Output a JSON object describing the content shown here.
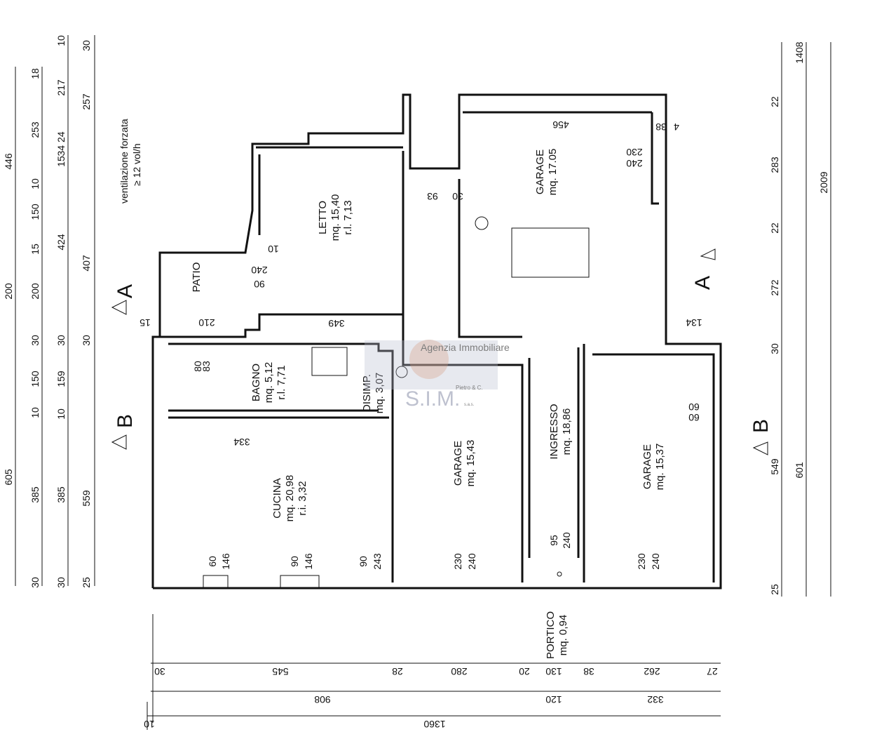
{
  "note": {
    "line1": "ventilazione forzata",
    "line2": "≥ 12 vol/h"
  },
  "rooms": {
    "letto": {
      "name": "LETTO",
      "area": "mq. 15,40",
      "ri": "r.l. 7,13"
    },
    "patio": {
      "name": "PATIO"
    },
    "bagno": {
      "name": "BAGNO",
      "area": "mq. 5,12",
      "ri": "r.l. 7,71"
    },
    "disimp": {
      "name": "DISIMP.",
      "area": "mq. 3,07"
    },
    "cucina": {
      "name": "CUCINA",
      "area": "mq. 20,98",
      "ri": "r.i. 3,32"
    },
    "garage1": {
      "name": "GARAGE",
      "area": "mq. 15,43"
    },
    "ingresso": {
      "name": "INGRESSO",
      "area": "mq. 18,86"
    },
    "garage2": {
      "name": "GARAGE",
      "area": "mq. 15,37"
    },
    "garage3": {
      "name": "GARAGE",
      "area": "mq. 17.05"
    },
    "portico": {
      "name": "PORTICO",
      "area": "mq. 0,94"
    }
  },
  "sections": {
    "a": "A",
    "b": "B"
  },
  "dims_left": {
    "c1": [
      "446",
      "200",
      "605"
    ],
    "c2": [
      "18",
      "253",
      "10",
      "150",
      "15",
      "200",
      "30",
      "150",
      "10",
      "385",
      "30"
    ],
    "c3": [
      "10",
      "217",
      "34 24",
      "15",
      "424",
      "30",
      "159",
      "10",
      "385",
      "30"
    ],
    "c4": [
      "30",
      "257",
      "407",
      "30",
      "559",
      "25"
    ]
  },
  "dims_right": {
    "c1": [
      "22",
      "283",
      "22",
      "272",
      "30",
      "549",
      "25"
    ],
    "c2": [
      "1408",
      "601"
    ],
    "c3": [
      "2009"
    ]
  },
  "dims_bottom": {
    "r1": [
      "30",
      "545",
      "28",
      "280",
      "20",
      "130",
      "38",
      "262",
      "27"
    ],
    "r2": [
      "908",
      "120",
      "332"
    ],
    "r3": [
      "10",
      "1360"
    ]
  },
  "dims_inner": [
    "240",
    "90",
    "230",
    "240",
    "456",
    "38",
    "4",
    "93",
    "30",
    "10",
    "210",
    "15",
    "349",
    "134",
    "80",
    "83",
    "60",
    "60",
    "334",
    "60",
    "146",
    "90",
    "146",
    "90",
    "243",
    "230",
    "240",
    "95",
    "240",
    "230",
    "240"
  ],
  "watermark": {
    "agency": "Agenzia Immobiliare",
    "brand": "S.I.M.",
    "sub": "Pietro & C.",
    "sas": "s.a.s."
  }
}
